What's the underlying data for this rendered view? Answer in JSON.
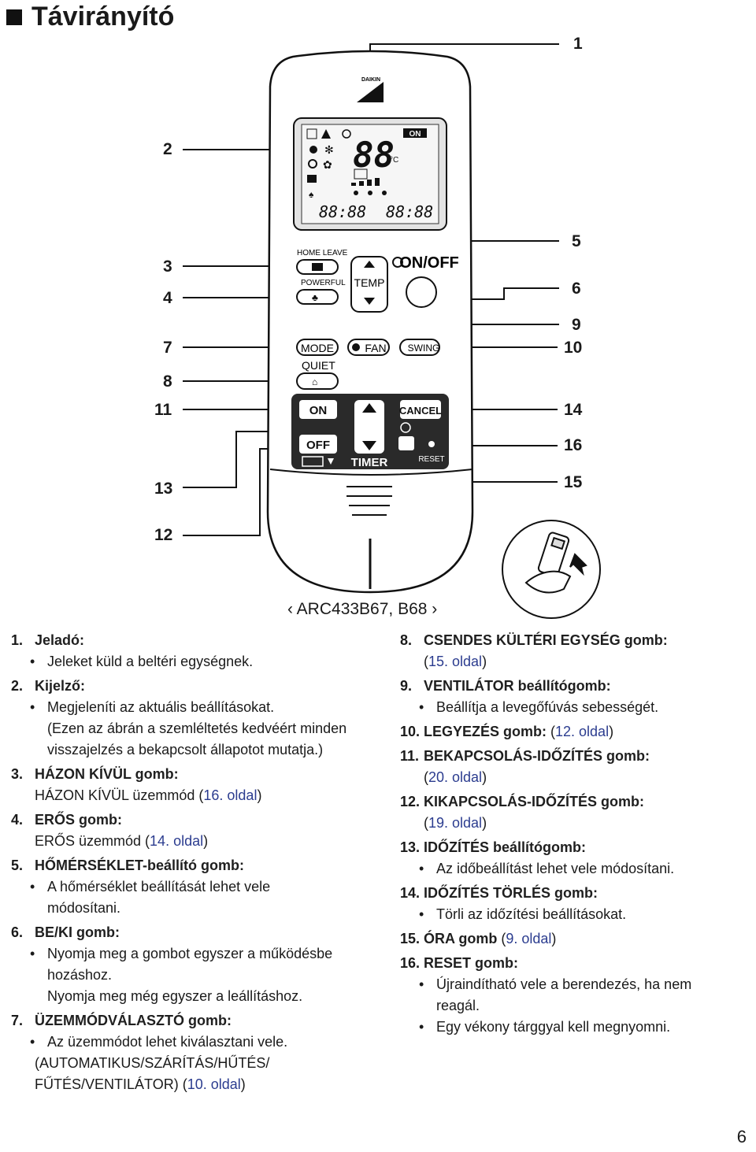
{
  "heading": "Távirányító",
  "callouts": [
    "1",
    "2",
    "3",
    "4",
    "5",
    "6",
    "7",
    "8",
    "9",
    "10",
    "11",
    "12",
    "13",
    "14",
    "15",
    "16"
  ],
  "remote": {
    "brand": "DAIKIN",
    "lcd": {
      "on_badge": "ON",
      "digits_main": "88",
      "celsius": "°C",
      "timer_left": "88:88",
      "timer_right": "88:88"
    },
    "buttons": {
      "home_leave": "HOME LEAVE",
      "powerful": "POWERFUL",
      "temp": "TEMP",
      "on_off": "ON/OFF",
      "mode": "MODE",
      "fan": "FAN",
      "swing": "SWING",
      "quiet": "QUIET",
      "on": "ON",
      "off": "OFF",
      "cancel": "CANCEL",
      "timer": "TIMER",
      "reset": "RESET"
    }
  },
  "model": "ARC433B67, B68",
  "left_items": [
    {
      "num": "1.",
      "title": "Jeladó:",
      "lines": [
        "Jeleket küld a beltéri egységnek."
      ]
    },
    {
      "num": "2.",
      "title": "Kijelző:",
      "lines": [
        "Megjeleníti az aktuális beállításokat.",
        "(Ezen az ábrán a szemléltetés kedvéért minden",
        "visszajelzés a bekapcsolt állapotot mutatja.)"
      ]
    },
    {
      "num": "3.",
      "title": "HÁZON KÍVÜL gomb:",
      "sub": "HÁZON KÍVÜL üzemmód (",
      "ref": "16. oldal",
      "tail": ")"
    },
    {
      "num": "4.",
      "title": "ERŐS gomb:",
      "sub": "ERŐS üzemmód (",
      "ref": "14. oldal",
      "tail": ")"
    },
    {
      "num": "5.",
      "title": "HŐMÉRSÉKLET-beállító gomb:",
      "lines": [
        "A hőmérséklet beállítását lehet vele",
        "módosítani."
      ]
    },
    {
      "num": "6.",
      "title": "BE/KI gomb:",
      "lines": [
        "Nyomja meg a gombot egyszer a működésbe",
        "hozáshoz.",
        "Nyomja meg még egyszer a leállításhoz."
      ]
    },
    {
      "num": "7.",
      "title": "ÜZEMMÓDVÁLASZTÓ gomb:",
      "lines": [
        "Az üzemmódot lehet kiválasztani vele.",
        "(AUTOMATIKUS/SZÁRÍTÁS/HŰTÉS/",
        "FŰTÉS/VENTILÁTOR) ("
      ],
      "ref": "10. oldal",
      "tail": ")"
    }
  ],
  "right_items": [
    {
      "num": "8.",
      "title": "CSENDES KÜLTÉRI EGYSÉG gomb:",
      "sub": "(",
      "ref": "15. oldal",
      "tail": ")"
    },
    {
      "num": "9.",
      "title": "VENTILÁTOR beállítógomb:",
      "lines": [
        "Beállítja a levegőfúvás sebességét."
      ]
    },
    {
      "num": "10.",
      "title": "LEGYEZÉS gomb:",
      "inline": " (",
      "ref": "12. oldal",
      "tail": ")"
    },
    {
      "num": "11.",
      "title": "BEKAPCSOLÁS-IDŐZÍTÉS gomb:",
      "sub": "(",
      "ref": "20. oldal",
      "tail": ")"
    },
    {
      "num": "12.",
      "title": "KIKAPCSOLÁS-IDŐZÍTÉS gomb:",
      "sub": "(",
      "ref": "19. oldal",
      "tail": ")"
    },
    {
      "num": "13.",
      "title": "IDŐZÍTÉS beállítógomb:",
      "lines": [
        "Az időbeállítást lehet vele módosítani."
      ]
    },
    {
      "num": "14.",
      "title": "IDŐZÍTÉS TÖRLÉS gomb:",
      "lines": [
        "Törli az időzítési beállításokat."
      ]
    },
    {
      "num": "15.",
      "title": "ÓRA gomb",
      "inline": " (",
      "ref": "9. oldal",
      "tail": ")"
    },
    {
      "num": "16.",
      "title": "RESET gomb:",
      "lines": [
        "Újraindítható vele a berendezés, ha nem",
        "reagál.",
        "Egy vékony tárggyal kell megnyomni."
      ]
    }
  ],
  "page_number": "6"
}
